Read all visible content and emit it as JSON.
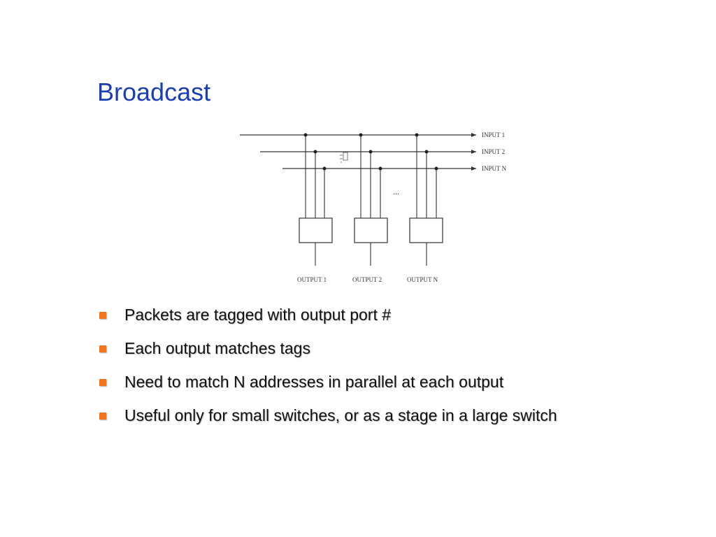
{
  "slide": {
    "title": "Broadcast"
  },
  "diagram": {
    "inputs": [
      "INPUT 1",
      "INPUT 2",
      "INPUT N"
    ],
    "outputs": [
      "OUTPUT 1",
      "OUTPUT 2",
      "OUTPUT N"
    ],
    "ellipsis": "..."
  },
  "bullets": [
    "Packets are tagged with output port #",
    "Each output matches tags",
    "Need to match N addresses in parallel at each output",
    "Useful only for small switches, or as a stage in a large switch"
  ],
  "colors": {
    "title": "#1a3fb5",
    "bullet_marker": "#f5731b",
    "line": "#333333"
  }
}
